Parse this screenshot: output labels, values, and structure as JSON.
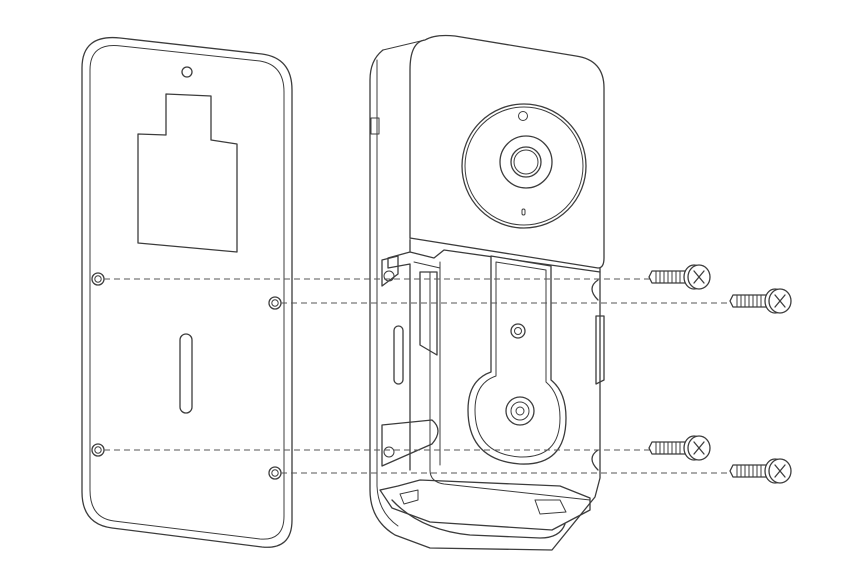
{
  "diagram": {
    "type": "exploded-mounting-view",
    "parts": [
      "back-plate",
      "doorbell-body",
      "mounting-screw"
    ],
    "screw_count": 4,
    "icons": [
      "screw-icon",
      "camera-lens-icon"
    ],
    "colors": {
      "line": "#3c3c3c",
      "dash": "#555555",
      "background": "#ffffff"
    }
  }
}
